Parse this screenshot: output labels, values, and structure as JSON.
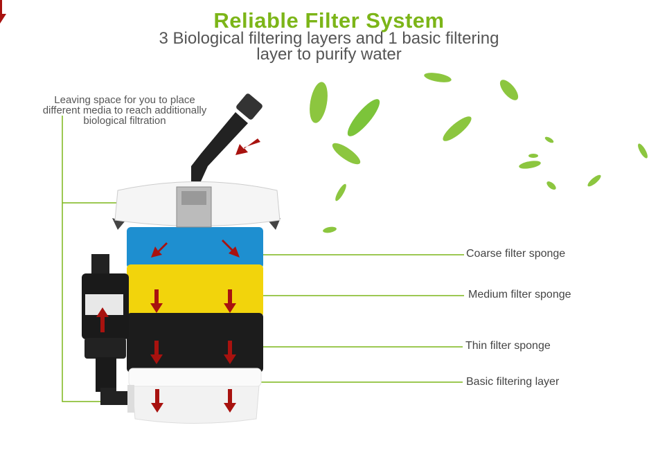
{
  "header": {
    "title": "Reliable Filter System",
    "subtitle_line1": "3 Biological filtering layers and 1 basic filtering",
    "subtitle_line2": "layer to purify water"
  },
  "callouts": {
    "top_note": [
      "Leaving space for you to place",
      "different media to reach additionally",
      "biological filtration"
    ],
    "layers": [
      "Coarse filter sponge",
      "Medium filter sponge",
      "Thin filter sponge",
      "Basic filtering layer"
    ]
  },
  "colors": {
    "accent_green": "#7cb518",
    "arrow_red": "#a8120f",
    "coarse": "#1e8fd0",
    "medium": "#f2d40c",
    "thin": "#1c1c1c",
    "basic": "#f4f4f4"
  }
}
